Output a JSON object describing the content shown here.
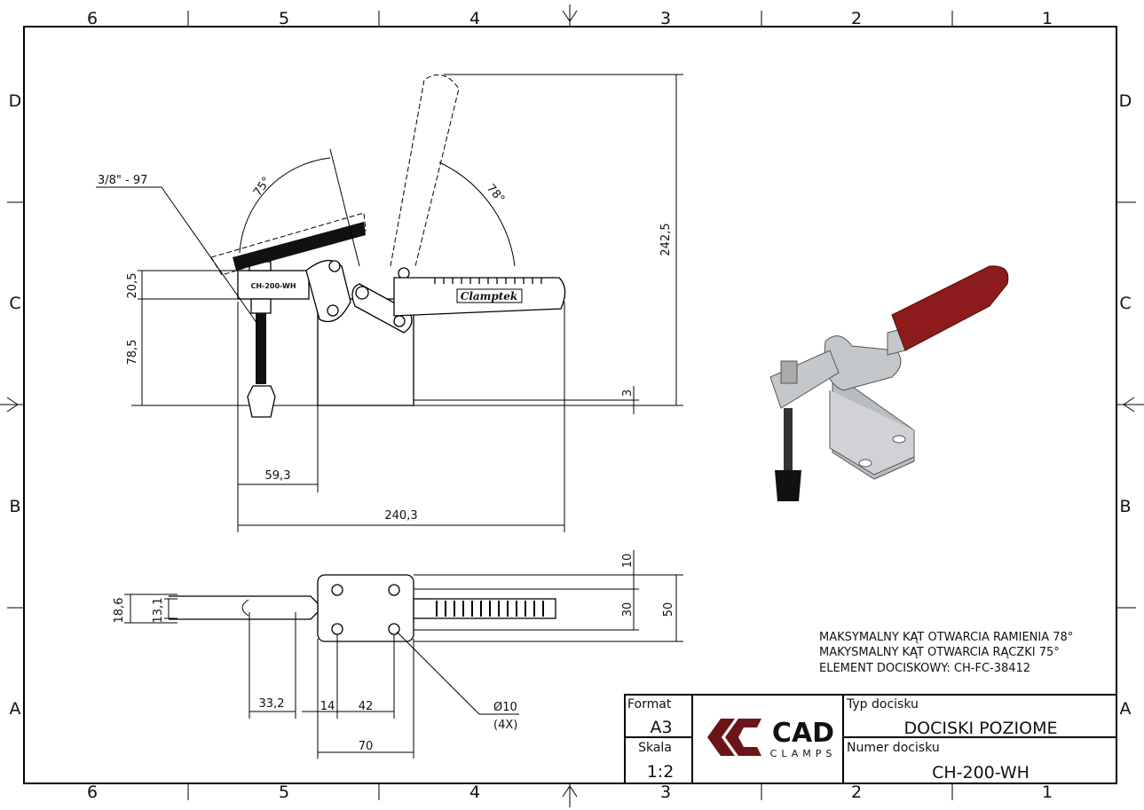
{
  "sheet": {
    "zones_top": [
      "6",
      "5",
      "4",
      "3",
      "2",
      "1"
    ],
    "zones_bottom": [
      "6",
      "5",
      "4",
      "3",
      "2",
      "1"
    ],
    "zones_left": [
      "D",
      "C",
      "B",
      "A"
    ],
    "zones_right": [
      "D",
      "C",
      "B",
      "A"
    ]
  },
  "front_view": {
    "thread_callout": "3/8\" - 97",
    "angle_handle": "75°",
    "angle_arm": "78°",
    "dim_20_5": "20,5",
    "dim_78_5": "78,5",
    "dim_59_3": "59,3",
    "dim_240_3": "240,3",
    "dim_242_5": "242,5",
    "dim_3": "3",
    "arm_marking": "CH-200-WH",
    "handle_brand": "Clamptek"
  },
  "top_view": {
    "dim_18_6": "18,6",
    "dim_13_1": "13,1",
    "dim_10": "10",
    "dim_30": "30",
    "dim_50": "50",
    "dim_33_2": "33,2",
    "dim_14": "14",
    "dim_42": "42",
    "dim_70": "70",
    "hole_dia": "Ø10",
    "hole_count": "(4X)"
  },
  "iso_view": {
    "handle_color": "#8e1b1b",
    "body_color": "#b9bcc0"
  },
  "notes": [
    "MAKSYMALNY KĄT OTWARCIA RAMIENIA 78°",
    "MAKYSMALNY KĄT OTWARCIA RĄCZKI 75°",
    "ELEMENT DOCISKOWY: CH-FC-38412"
  ],
  "title_block": {
    "format_label": "Format",
    "format_value": "A3",
    "scale_label": "Skala",
    "scale_value": "1:2",
    "logo_main": "CAD",
    "logo_sub": "CLAMPS",
    "logo_color": "#6b1518",
    "type_label": "Typ docisku",
    "type_value": "DOCISKI POZIOME",
    "number_label": "Numer docisku",
    "number_value": "CH-200-WH"
  }
}
